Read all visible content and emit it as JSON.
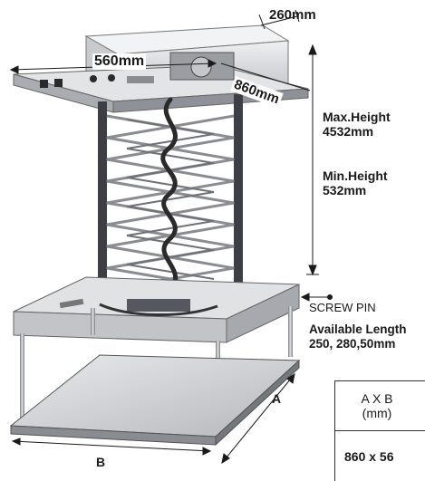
{
  "dimensions": {
    "top_depth": "260mm",
    "width": "560mm",
    "depth": "860mm"
  },
  "height": {
    "max_label": "Max.Height",
    "max_value": "4532mm",
    "min_label": "Min.Height",
    "min_value": "532mm"
  },
  "screw_pin": {
    "label": "SCREW PIN",
    "available_label": "Available Length",
    "available_value": "250, 280,50mm"
  },
  "axis_labels": {
    "a": "A",
    "b": "B"
  },
  "spec_table": {
    "header_line1": "A X B",
    "header_line2": "(mm)",
    "value": "860 x 56"
  },
  "colors": {
    "metal_light": "#d9dadc",
    "metal_dark": "#4a4c52",
    "scissor": "#8a8c92",
    "cable": "#2a2a2a",
    "text": "#1a1a1a"
  }
}
